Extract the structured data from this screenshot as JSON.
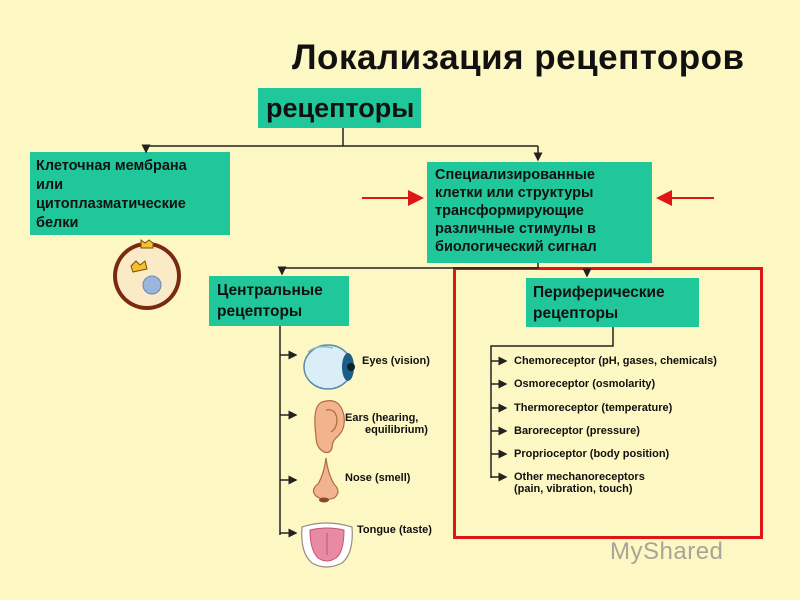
{
  "title": "Локализация рецепторов",
  "root": "рецепторы",
  "membrane_box": [
    "Клеточная мембрана",
    "или",
    "цитоплазматические",
    "белки"
  ],
  "specialized_box": [
    "Специализированные",
    "клетки или структуры",
    "трансформирующие",
    "различные стимулы в",
    "биологический сигнал"
  ],
  "central_box": [
    "Центральные",
    "рецепторы"
  ],
  "peripheral_box": [
    "Периферические",
    "рецепторы"
  ],
  "central_organs": [
    {
      "label": [
        "Eyes (vision)"
      ],
      "icon": "eye-icon"
    },
    {
      "label": [
        "Ears (hearing,",
        "equilibrium)"
      ],
      "icon": "ear-icon"
    },
    {
      "label": [
        "Nose (smell)"
      ],
      "icon": "nose-icon"
    },
    {
      "label": [
        "Tongue (taste)"
      ],
      "icon": "tongue-icon"
    }
  ],
  "peripheral_receptors": [
    [
      "Chemoreceptor (pH, gases, chemicals)"
    ],
    [
      "Osmoreceptor (osmolarity)"
    ],
    [
      "Thermoreceptor (temperature)"
    ],
    [
      "Baroreceptor (pressure)"
    ],
    [
      "Proprioceptor (body position)"
    ],
    [
      "Other mechanoreceptors",
      "(pain, vibration, touch)"
    ]
  ],
  "watermark": "MyShared",
  "colors": {
    "background": "#fdf7c3",
    "box": "#1fc79a",
    "highlight": "#e01515"
  }
}
